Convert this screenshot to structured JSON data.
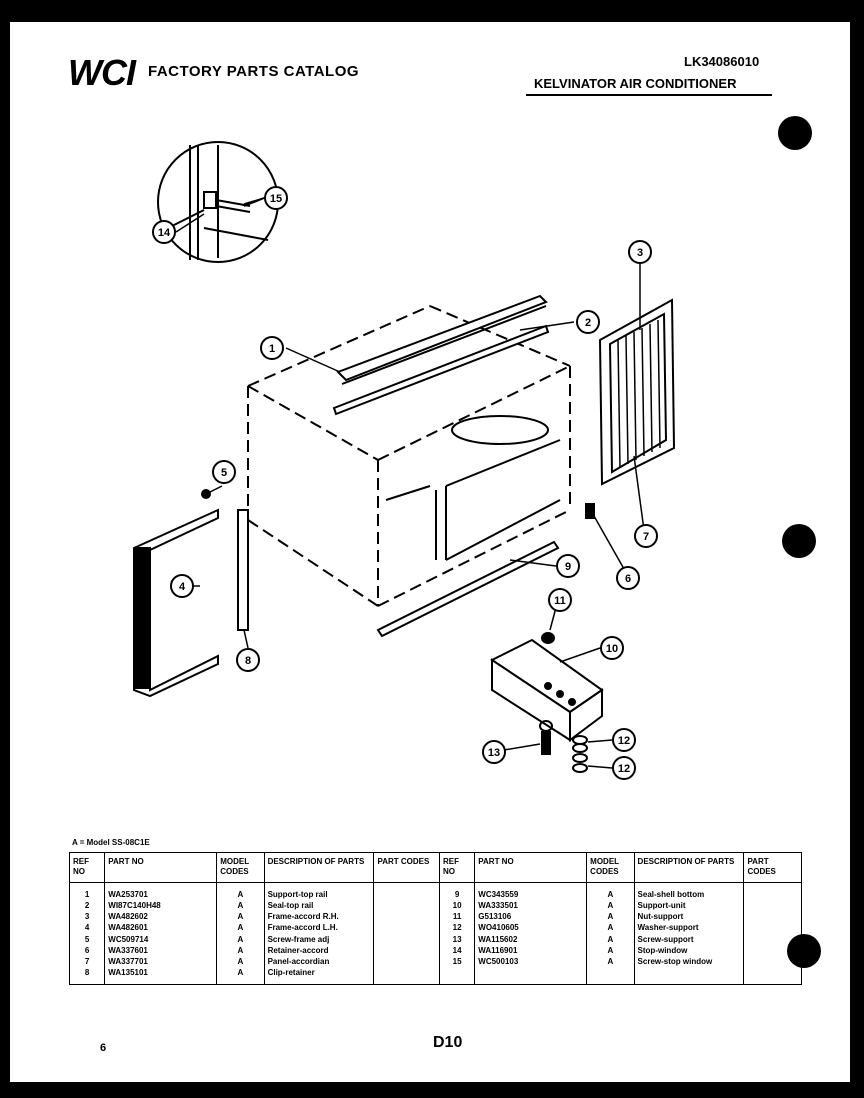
{
  "header": {
    "logo": "WCI",
    "title": "FACTORY PARTS CATALOG",
    "code": "LK34086010",
    "subtitle": "KELVINATOR AIR CONDITIONER"
  },
  "diagram": {
    "callouts": [
      "1",
      "2",
      "3",
      "4",
      "5",
      "6",
      "7",
      "8",
      "9",
      "10",
      "11",
      "12",
      "12",
      "13",
      "14",
      "15"
    ]
  },
  "model_note": "A = Model SS-08C1E",
  "table": {
    "headers": {
      "ref_no": "REF NO",
      "part_no": "PART NO",
      "model_codes": "MODEL CODES",
      "description": "DESCRIPTION OF PARTS",
      "part_codes": "PART CODES"
    },
    "left": [
      {
        "ref": "1",
        "part": "WA253701",
        "model": "A",
        "desc": "Support-top rail"
      },
      {
        "ref": "2",
        "part": "WI87C140H48",
        "model": "A",
        "desc": "Seal-top rail"
      },
      {
        "ref": "3",
        "part": "WA482602",
        "model": "A",
        "desc": "Frame-accord R.H."
      },
      {
        "ref": "4",
        "part": "WA482601",
        "model": "A",
        "desc": "Frame-accord L.H."
      },
      {
        "ref": "5",
        "part": "WC509714",
        "model": "A",
        "desc": "Screw-frame adj"
      },
      {
        "ref": "6",
        "part": "WA337601",
        "model": "A",
        "desc": "Retainer-accord"
      },
      {
        "ref": "7",
        "part": "WA337701",
        "model": "A",
        "desc": "Panel-accordian"
      },
      {
        "ref": "8",
        "part": "WA135101",
        "model": "A",
        "desc": "Clip-retainer"
      }
    ],
    "right": [
      {
        "ref": "9",
        "part": "WC343559",
        "model": "A",
        "desc": "Seal-shell bottom"
      },
      {
        "ref": "10",
        "part": "WA333501",
        "model": "A",
        "desc": "Support-unit"
      },
      {
        "ref": "11",
        "part": "G513106",
        "model": "A",
        "desc": "Nut-support"
      },
      {
        "ref": "12",
        "part": "WO410605",
        "model": "A",
        "desc": "Washer-support"
      },
      {
        "ref": "13",
        "part": "WA115602",
        "model": "A",
        "desc": "Screw-support"
      },
      {
        "ref": "14",
        "part": "WA116901",
        "model": "A",
        "desc": "Stop-window"
      },
      {
        "ref": "15",
        "part": "WC500103",
        "model": "A",
        "desc": "Screw-stop window"
      }
    ]
  },
  "footer": {
    "left": "6",
    "center": "D10"
  }
}
